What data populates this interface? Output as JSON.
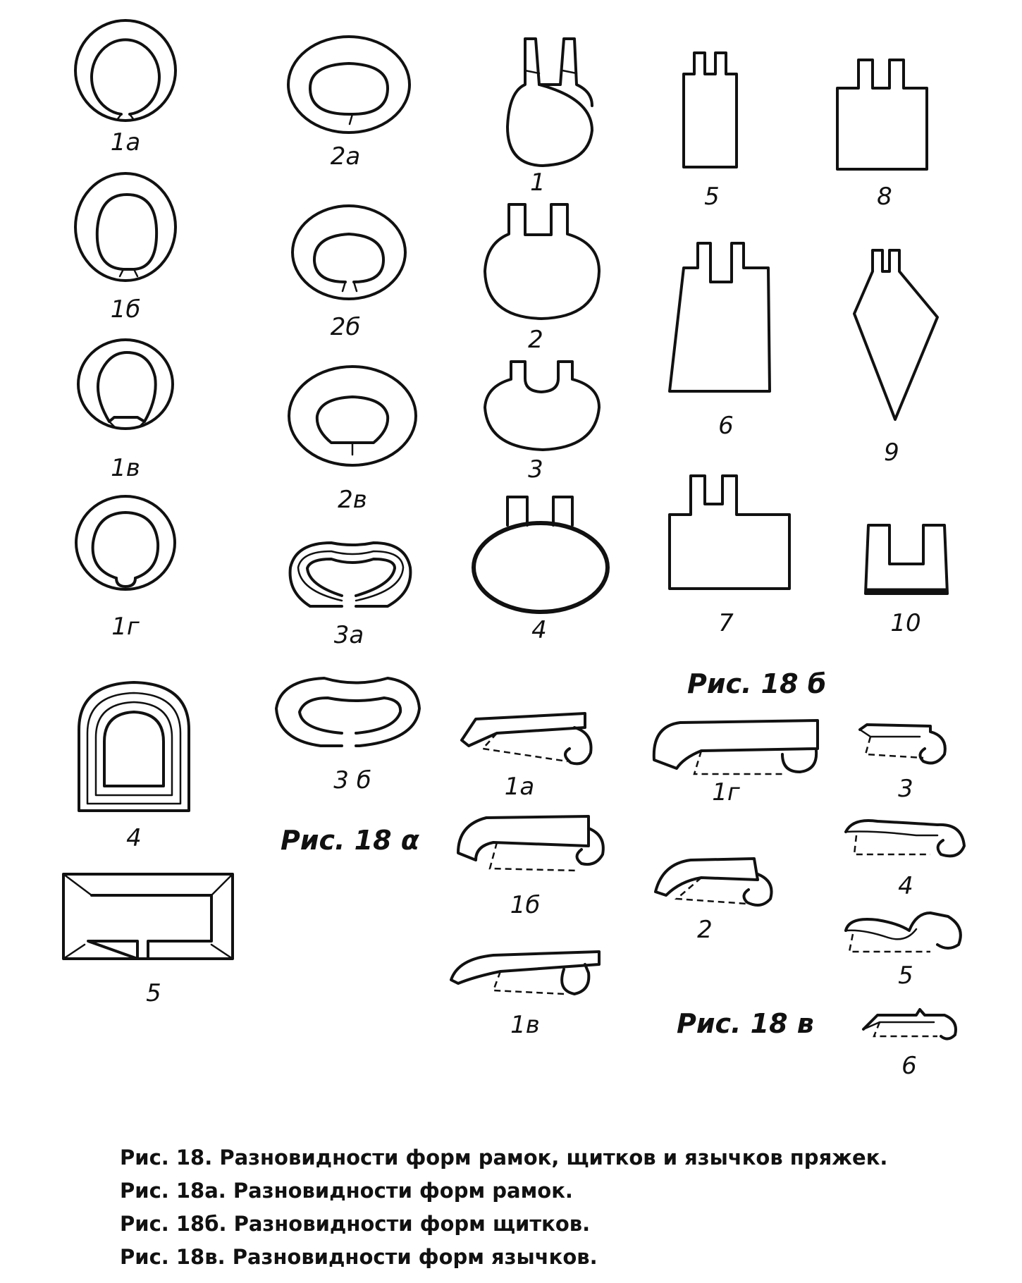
{
  "frames": {
    "labels": [
      "1а",
      "1б",
      "1в",
      "1г",
      "4",
      "5",
      "2а",
      "2б",
      "2в",
      "3а",
      "3 б"
    ],
    "figure_title": "Рис. 18 α"
  },
  "plates": {
    "labels": [
      "1",
      "2",
      "3",
      "4",
      "5",
      "6",
      "7",
      "8",
      "9",
      "10"
    ],
    "figure_title": "Рис. 18 б"
  },
  "tongues": {
    "labels": [
      "1а",
      "1б",
      "1в",
      "1г",
      "2",
      "3",
      "4",
      "5",
      "6"
    ],
    "figure_title": "Рис. 18 в"
  },
  "captions": [
    "Рис. 18. Разновидности форм рамок, щитков и язычков пряжек.",
    "Рис. 18а. Разновидности форм рамок.",
    "Рис. 18б. Разновидности форм щитков.",
    "Рис. 18в. Разновидности форм язычков."
  ]
}
